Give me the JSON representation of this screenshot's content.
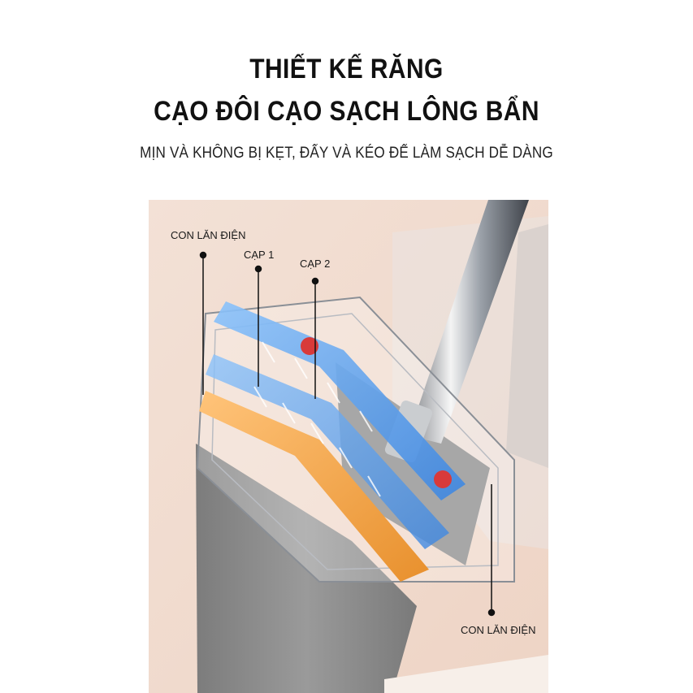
{
  "header": {
    "title_line1": "THIẾT KẾ RĂNG",
    "title_line2": "CẠO ĐÔI CẠO SẠCH LÔNG BẨN",
    "subtitle": "MỊN VÀ KHÔNG BỊ KẸT, ĐẨY VÀ KÉO ĐỂ LÀM SẠCH DỄ DÀNG"
  },
  "callouts": {
    "roller_top": "CON LĂN ĐIỆN",
    "cap1": "CẠP 1",
    "cap2": "CẠP 2",
    "roller_bottom": "CON LĂN ĐIỆN"
  },
  "colors": {
    "background": "#f1dcd0",
    "mop_pad": "#8d8d8d",
    "blade_blue": "#4f97ea",
    "blade_orange": "#f2a54a",
    "roller_red": "#d83a3a"
  }
}
